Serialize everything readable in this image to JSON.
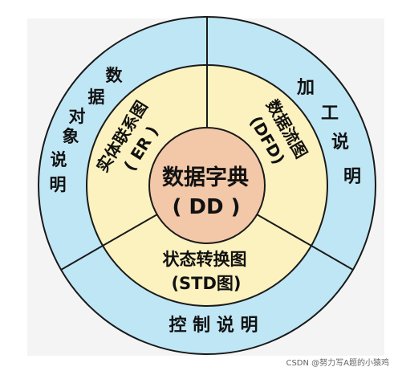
{
  "colors": {
    "outer_ring": "#bfe6f5",
    "middle_ring": "#fbf2bf",
    "center": "#f2c8a8",
    "line": "#1a1a1a"
  },
  "diagram": {
    "center": {
      "title": "数据字典",
      "subtitle": "( DD )"
    },
    "middle": {
      "left": {
        "title": "实体联系图",
        "subtitle": "( ER )"
      },
      "right": {
        "title": "数据流图",
        "subtitle": "(DFD)"
      },
      "bottom": {
        "title": "状态转换图",
        "subtitle": "(STD图)"
      }
    },
    "outer": {
      "left": {
        "chars": [
          "数",
          "据",
          "对",
          "象",
          "说",
          "明"
        ]
      },
      "right": {
        "chars": [
          "加",
          "工",
          "说",
          "明"
        ]
      },
      "bottom": {
        "label": "控 制 说 明"
      }
    }
  },
  "watermark": "CSDN @努力写A题的小猿鸡"
}
